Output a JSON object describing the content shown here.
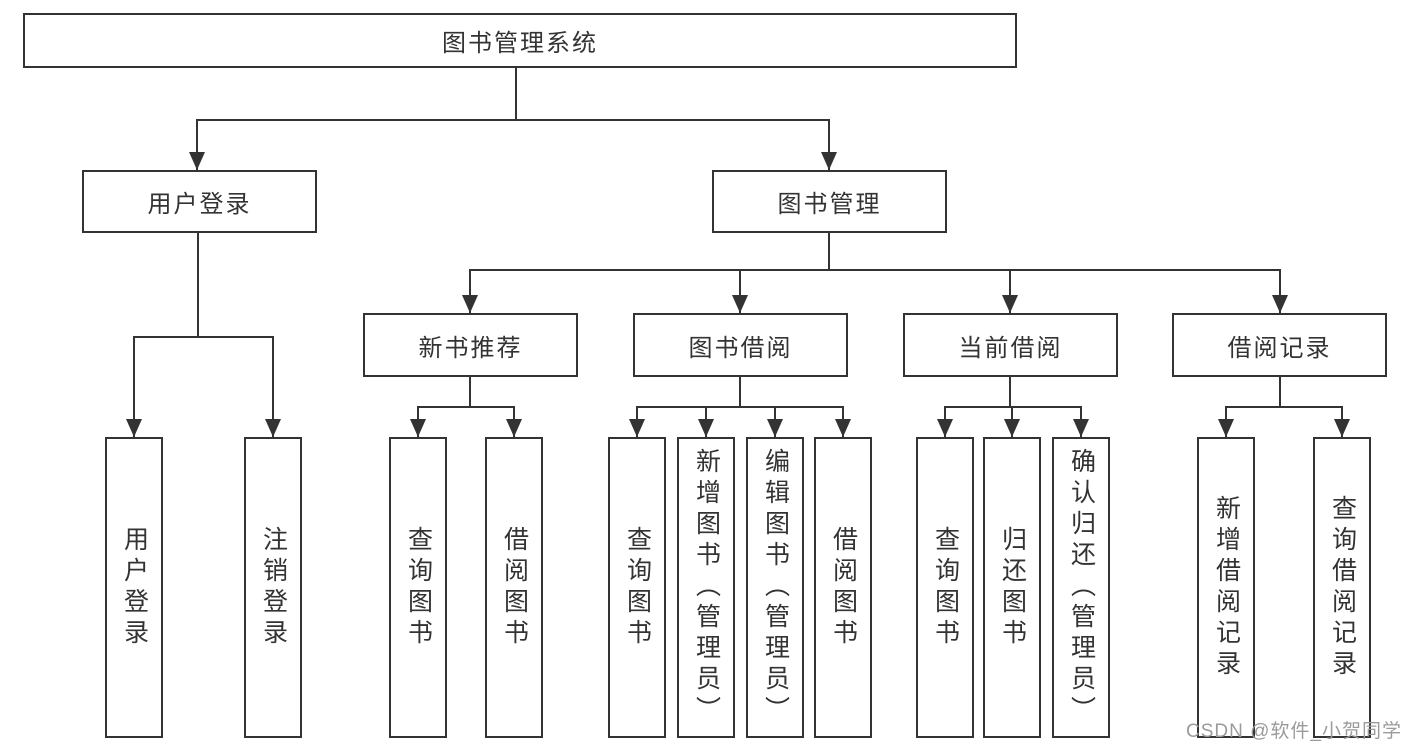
{
  "diagram": {
    "root": {
      "label": "图书管理系统"
    },
    "level2": {
      "user_login": {
        "label": "用户登录"
      },
      "book_mgmt": {
        "label": "图书管理"
      }
    },
    "level3": {
      "new_book_rec": {
        "label": "新书推荐"
      },
      "book_borrow": {
        "label": "图书借阅"
      },
      "current_borrow": {
        "label": "当前借阅"
      },
      "borrow_record": {
        "label": "借阅记录"
      }
    },
    "leaves": {
      "user_login_children": [
        {
          "label": "用户登录"
        },
        {
          "label": "注销登录"
        }
      ],
      "new_book_rec_children": [
        {
          "label": "查询图书"
        },
        {
          "label": "借阅图书"
        }
      ],
      "book_borrow_children": [
        {
          "label": "查询图书"
        },
        {
          "label": "新增图书（管理员）"
        },
        {
          "label": "编辑图书（管理员）"
        },
        {
          "label": "借阅图书"
        }
      ],
      "current_borrow_children": [
        {
          "label": "查询图书"
        },
        {
          "label": "归还图书"
        },
        {
          "label": "确认归还（管理员）"
        }
      ],
      "borrow_record_children": [
        {
          "label": "新增借阅记录"
        },
        {
          "label": "查询借阅记录"
        }
      ]
    },
    "colors": {
      "line": "#333333",
      "text": "#333333",
      "background": "#ffffff",
      "watermark": "#9b9b9b"
    }
  },
  "watermark": {
    "text": "CSDN @软件_小贺同学"
  }
}
